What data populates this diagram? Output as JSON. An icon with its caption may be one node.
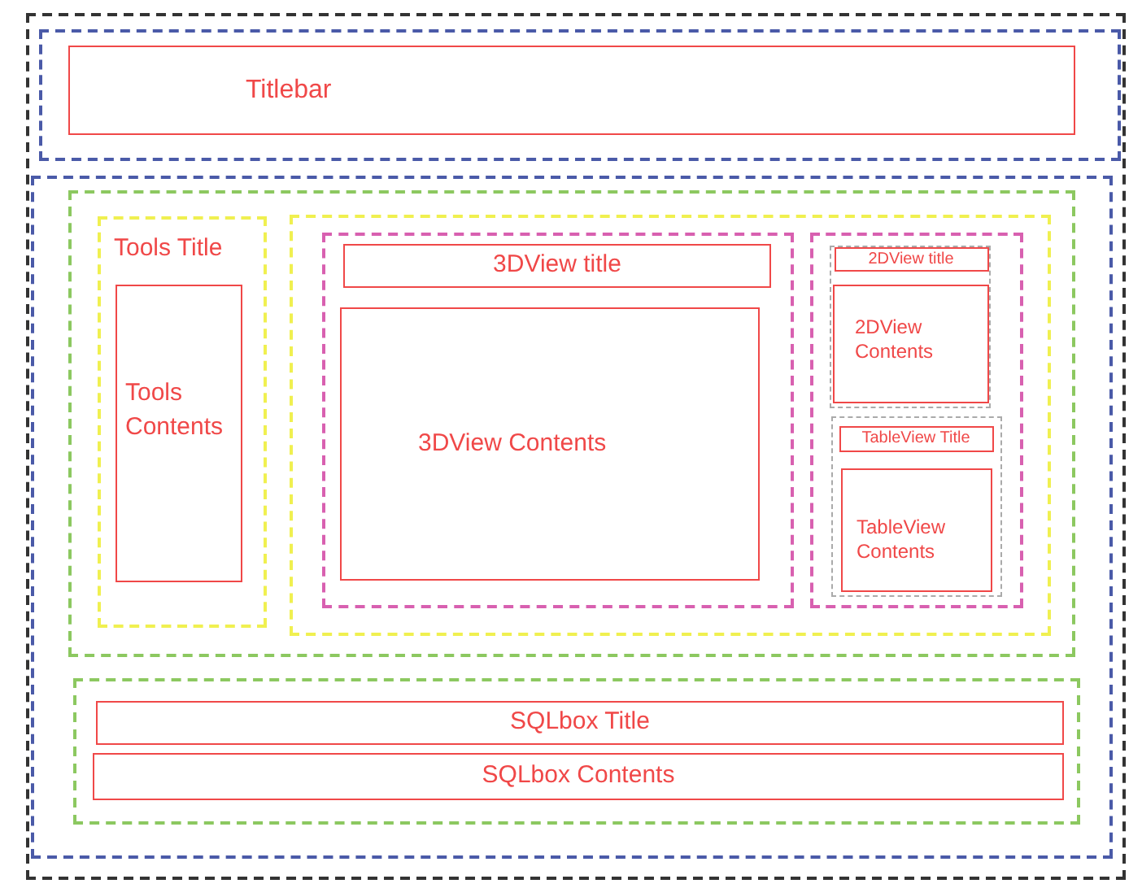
{
  "diagram": {
    "nodes": [
      {
        "text": [],
        "shape": "box"
      },
      {
        "text": [],
        "shape": "box",
        "in": 0
      },
      {
        "text": [
          "Titlebar"
        ],
        "in": 1
      },
      {
        "text": [],
        "shape": "box",
        "in": 0
      },
      {
        "text": [],
        "shape": "box",
        "in": 3
      },
      {
        "text": [
          "Tools Title"
        ],
        "in": 4
      },
      {
        "text": [
          "Tools Contents"
        ],
        "in": 5
      },
      {
        "text": [],
        "shape": "box",
        "in": 4
      },
      {
        "text": [],
        "shape": "box",
        "in": 7
      },
      {
        "text": [
          "3DView title"
        ],
        "in": 8
      },
      {
        "text": [
          "3DView Contents"
        ],
        "in": 8
      },
      {
        "text": [],
        "shape": "box",
        "in": 7
      },
      {
        "text": [],
        "shape": "box",
        "in": 11
      },
      {
        "text": [
          "2DView title"
        ],
        "in": 12
      },
      {
        "text": [
          "2DView Contents"
        ],
        "in": 12
      },
      {
        "text": [],
        "shape": "box",
        "in": 11
      },
      {
        "text": [
          "TableView Title"
        ],
        "in": 15
      },
      {
        "text": [
          "TableView Contents"
        ],
        "in": 15
      },
      {
        "text": [],
        "shape": "box",
        "in": 3
      },
      {
        "text": [
          "SQLbox Title"
        ],
        "in": 18
      },
      {
        "text": [
          "SQLbox Contents"
        ],
        "in": 18
      }
    ]
  }
}
